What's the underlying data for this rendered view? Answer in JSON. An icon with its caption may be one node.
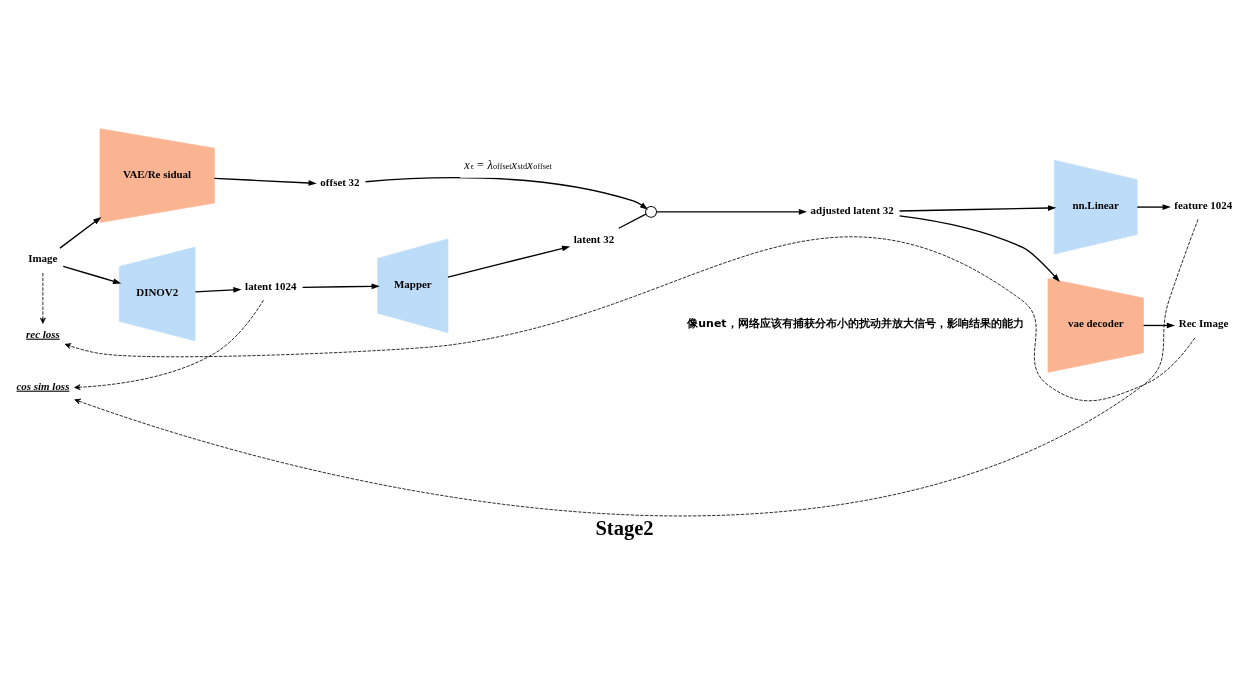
{
  "diagram": {
    "caption": "Stage2",
    "nodes": [
      {
        "text": [
          "Image"
        ]
      },
      {
        "text": [
          "DINOV2"
        ]
      },
      {
        "text": [
          "latent 1024"
        ]
      },
      {
        "text": [
          "Mapper"
        ]
      },
      {
        "text": [
          "latent 32"
        ]
      },
      {
        "text": [],
        "shape": "circle"
      },
      {
        "text": [
          "adjusted latent 32"
        ]
      },
      {
        "text": [
          "vae decoder"
        ]
      },
      {
        "text": [
          "Rec Image"
        ]
      },
      {
        "text": [
          "nn.Linear"
        ]
      },
      {
        "text": [
          "feature 1024"
        ]
      },
      {
        "text": [
          "VAE/Re sidual"
        ]
      },
      {
        "text": [
          "offset 32"
        ]
      },
      {
        "text": [
          "rec loss"
        ]
      },
      {
        "text": [
          "cos sim loss"
        ]
      }
    ],
    "edges": [
      {
        "from": 0,
        "to": 1,
        "arrow": "to"
      },
      {
        "from": 1,
        "to": 2,
        "arrow": "to"
      },
      {
        "from": 2,
        "to": 3,
        "arrow": "to"
      },
      {
        "from": 3,
        "to": 4,
        "arrow": "to"
      },
      {
        "from": 4,
        "to": 5,
        "arrow": "none"
      },
      {
        "from": 5,
        "to": 6,
        "arrow": "to"
      },
      {
        "from": 6,
        "to": 9,
        "arrow": "to"
      },
      {
        "from": 9,
        "to": 10,
        "arrow": "to"
      },
      {
        "from": 6,
        "to": 7,
        "arrow": "to"
      },
      {
        "from": 7,
        "to": 8,
        "arrow": "to"
      },
      {
        "from": 0,
        "to": 11,
        "arrow": "to"
      },
      {
        "from": 11,
        "to": 12,
        "arrow": "to"
      },
      {
        "from": 12,
        "to": 5,
        "arrow": "to",
        "label": "*x*$_{ϵ}$ = *λ*$_{offset}$*x*$_{std}$*x*$_{offset}$"
      },
      {
        "from": 0,
        "to": 13,
        "arrow": "to",
        "style": "dashed"
      },
      {
        "from": 8,
        "to": 13,
        "arrow": "to",
        "style": "dashed"
      },
      {
        "from": 2,
        "to": 14,
        "arrow": "to",
        "style": "dashed"
      },
      {
        "from": 10,
        "to": 14,
        "arrow": "to",
        "style": "dashed"
      }
    ],
    "labels": [
      "像unet，网络应该有捕获分布小的扰动并放大信号，影响结果的能力"
    ]
  }
}
